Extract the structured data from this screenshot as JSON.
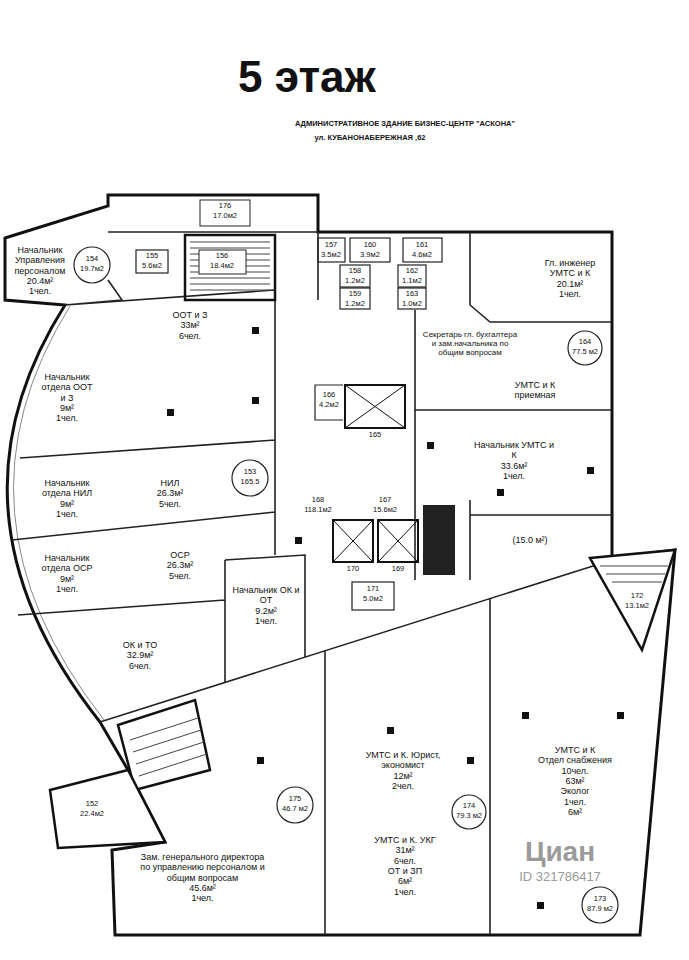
{
  "diagram": {
    "title": "5 этаж",
    "nodes": [
      {
        "text": [
          "Начальник Управления персоналом",
          "20.4м²",
          "1чел."
        ]
      },
      {
        "text": [
          "ООТ и З",
          "33м²",
          "6чел."
        ]
      },
      {
        "text": [
          "Начальник отдела ООТ и З",
          "9м²",
          "1чел."
        ]
      },
      {
        "text": [
          "НИЛ",
          "26.3м²",
          "5чел."
        ]
      },
      {
        "text": [
          "Начальник отдела НИЛ",
          "9м²",
          "1чел."
        ]
      },
      {
        "text": [
          "ОСР",
          "26.3м²",
          "5чел."
        ]
      },
      {
        "text": [
          "Начальник отдела ОСР",
          "9м²",
          "1чел."
        ]
      },
      {
        "text": [
          "Начальник ОК и ОТ",
          "9.2м²",
          "1чел."
        ]
      },
      {
        "text": [
          "ОК и ТО",
          "32.9м²",
          "6чел."
        ]
      },
      {
        "text": [
          "Гл. инженер УМТС и К",
          "20.1м²",
          "1чел."
        ]
      },
      {
        "text": [
          "Секретарь гл. бухгалтера и зам.начальника по общим вопросам"
        ]
      },
      {
        "text": [
          "УМТС и К приемная"
        ]
      },
      {
        "text": [
          "Начальник УМТС и К",
          "33.6м²",
          "1чел."
        ]
      },
      {
        "text": [
          "(15.0 м²)"
        ]
      },
      {
        "text": [
          "УМТС и К. Юрист, экономист",
          "12м²",
          "2чел."
        ]
      },
      {
        "text": [
          "УМТС и К",
          "Отдел снабжения",
          "10чел.",
          "63м²",
          "Эколог",
          "1чел.",
          "6м²"
        ]
      },
      {
        "text": [
          "УМТС и К. УКГ",
          "31м²",
          "6чел.",
          "ОТ и ЗП",
          "6м²",
          "1чел."
        ]
      },
      {
        "text": [
          "Зам. генерального директора по управлению персоналом и общим вопросам",
          "45.6м²",
          "1чел."
        ]
      }
    ],
    "labels": [
      "АДМИНИСТРАТИВНОЕ ЗДАНИЕ БИЗНЕС-ЦЕНТР \"АСКОНА\"",
      "ул. КУБАНОНАБЕРЕЖНАЯ ,62",
      "176",
      "17.0м2",
      "155",
      "5.6м2",
      "156",
      "18.4м2",
      "157",
      "3.5м2",
      "160",
      "3.9м2",
      "161",
      "4.6м2",
      "158",
      "1.2м2",
      "159",
      "1.2м2",
      "162",
      "1.1м2",
      "163",
      "1.0м2",
      "154",
      "19.7м2",
      "164",
      "77.5 м2",
      "166",
      "4.2м2",
      "165",
      "153",
      "165.5",
      "168",
      "118.1м2",
      "167",
      "15.6м2",
      "170",
      "169",
      "171",
      "5.0м2",
      "172",
      "13.1м2",
      "152",
      "22.4м2",
      "175",
      "46.7 м2",
      "174",
      "79.3 м2",
      "173",
      "87.9 м2",
      "Циан",
      "ID 321786417"
    ]
  }
}
